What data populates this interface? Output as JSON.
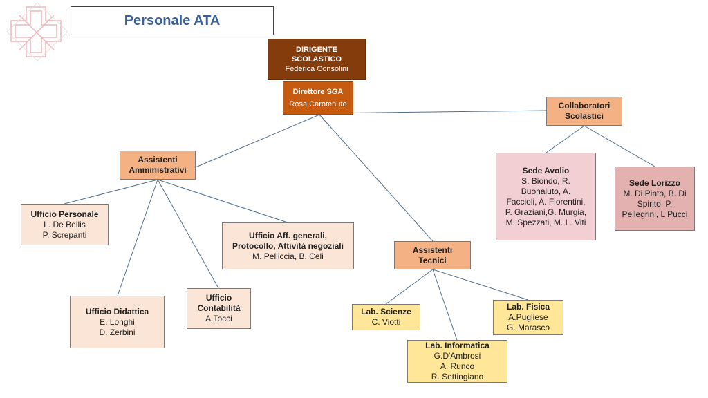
{
  "title": "Personale ATA",
  "nodes": {
    "dirigente": {
      "title": "DIRIGENTE\nSCOLASTICO",
      "name": "Federica Consolini"
    },
    "dsga": {
      "title": "Direttore SGA",
      "name": "Rosa Carotenuto"
    },
    "collaboratori": {
      "title": "Collaboratori\nScolastici"
    },
    "sede_avolio": {
      "title": "Sede Avolio",
      "names": "S. Biondo, R.\nBuonaiuto,  A.\nFaccioli, A. Fiorentini,\nP. Graziani,G. Murgia,\nM. Spezzati,  M. L. Viti"
    },
    "sede_lorizzo": {
      "title": "Sede Lorizzo",
      "names": "M. Di Pinto, B. Di\nSpirito,  P.\nPellegrini, L Pucci"
    },
    "assistenti_amministrativi": {
      "title": "Assistenti\nAmministrativi"
    },
    "ufficio_personale": {
      "title": "Ufficio Personale",
      "names": "L. De Bellis\nP. Screpanti"
    },
    "ufficio_aff_generali": {
      "title": "Ufficio Aff. generali,\nProtocollo, Attività negoziali",
      "names": "M. Pelliccia, B. Celi"
    },
    "ufficio_didattica": {
      "title": "Ufficio Didattica",
      "names": "E. Longhi\nD. Zerbini"
    },
    "ufficio_contabilita": {
      "title": "Ufficio\nContabilità",
      "names": "A.Tocci"
    },
    "assistenti_tecnici": {
      "title": "Assistenti\nTecnici"
    },
    "lab_scienze": {
      "title": "Lab. Scienze",
      "names": "C. Viotti"
    },
    "lab_informatica": {
      "title": "Lab. Informatica",
      "names": "G.D'Ambrosi\nA. Runco\nR. Settingiano"
    },
    "lab_fisica": {
      "title": "Lab. Fisica",
      "names": "A.Pugliese\nG. Marasco"
    }
  },
  "colors": {
    "dirigente": "#843c0c",
    "dsga": "#c55a11",
    "category": "#f4b183",
    "office": "#fbe5d6",
    "lab": "#ffe699",
    "sede_avolio": "#f2cfd2",
    "sede_lorizzo": "#e3b1af",
    "title_text": "#3a5f9b",
    "connector": "#4e6f8c"
  }
}
